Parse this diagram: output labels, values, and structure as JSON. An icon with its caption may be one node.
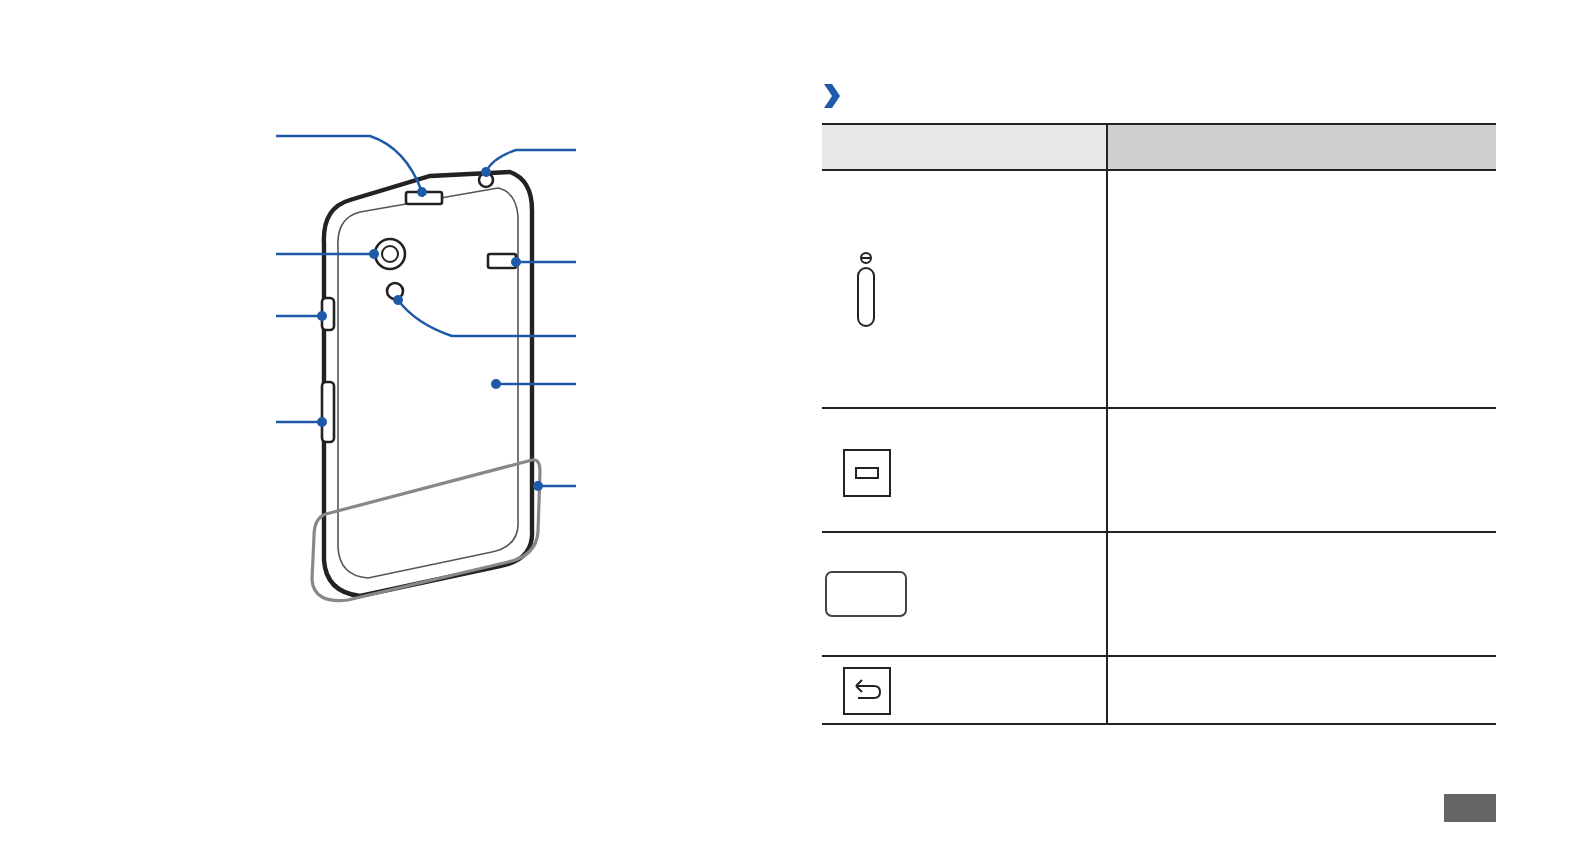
{
  "diagram": {
    "nodes": [
      {
        "text": [],
        "shape": "picture"
      },
      {
        "text": [],
        "shape": "box",
        "in": 0
      },
      {
        "text": [],
        "shape": "circle",
        "in": 0
      },
      {
        "text": [],
        "shape": "circle",
        "in": 0
      },
      {
        "text": [],
        "shape": "bar",
        "in": 0
      },
      {
        "text": [],
        "shape": "bar",
        "in": 0
      },
      {
        "text": [],
        "shape": "box",
        "in": 0
      },
      {
        "text": [],
        "shape": "circle",
        "in": 0
      },
      {
        "text": [],
        "shape": "band"
      }
    ],
    "edges": [
      {
        "from": null,
        "to": 1,
        "arrow": "other"
      },
      {
        "from": null,
        "to": 2,
        "arrow": "other"
      },
      {
        "from": null,
        "to": 3,
        "arrow": "other"
      },
      {
        "from": null,
        "to": 4,
        "arrow": "other"
      },
      {
        "from": null,
        "to": 5,
        "arrow": "other"
      },
      {
        "from": null,
        "to": 6,
        "arrow": "other"
      },
      {
        "from": null,
        "to": 7,
        "arrow": "other"
      },
      {
        "from": null,
        "to": 0,
        "arrow": "other"
      },
      {
        "from": null,
        "to": 8,
        "arrow": "other"
      }
    ]
  }
}
